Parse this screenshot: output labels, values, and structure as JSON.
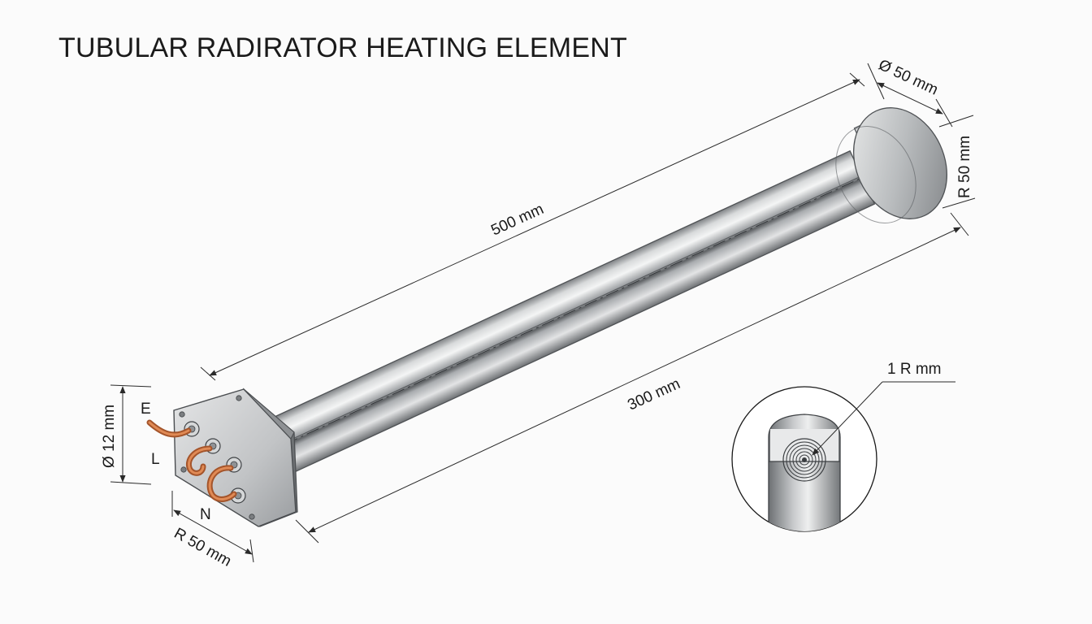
{
  "title": "TUBULAR RADIRATOR HEATING ELEMENT",
  "dimensions": {
    "overall_length": "500 mm",
    "tube_length": "300 mm",
    "end_cap_diameter": "Ø 50 mm",
    "end_cap_radius": "R 50 mm",
    "terminal_diameter": "Ø 12 mm",
    "flange_radius": "R 50 mm",
    "detail_callout": "1 R mm"
  },
  "terminals": {
    "earth": "E",
    "live": "L",
    "neutral": "N"
  },
  "colors": {
    "metal_dark": "#6f7275",
    "metal_light": "#e9eaeb",
    "copper_wire": "#c8713e",
    "line": "#2a2a2a",
    "background": "#fbfbfb"
  }
}
